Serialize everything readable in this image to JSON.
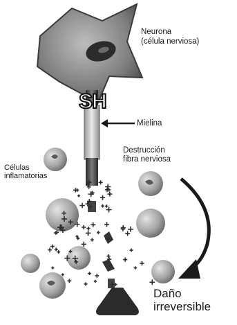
{
  "labels": {
    "neuron_line1": "Neurona",
    "neuron_line2": "(célula nerviosa)",
    "myelin": "Mielina",
    "destruction_line1": "Destrucción",
    "destruction_line2": "fibra nerviosa",
    "cells_line1": "Células",
    "cells_line2": "inflamatorias",
    "damage_line1": "Daño",
    "damage_line2": "irreversible",
    "sh_mark": "SH"
  },
  "colors": {
    "neuron_body": "#8a8a8a",
    "nucleus": "#2b2b2b",
    "myelin": "#c9c9c9",
    "axon_dark": "#3a3a3a",
    "cell": "#a8a8a8",
    "arrow": "#1a1a1a"
  }
}
